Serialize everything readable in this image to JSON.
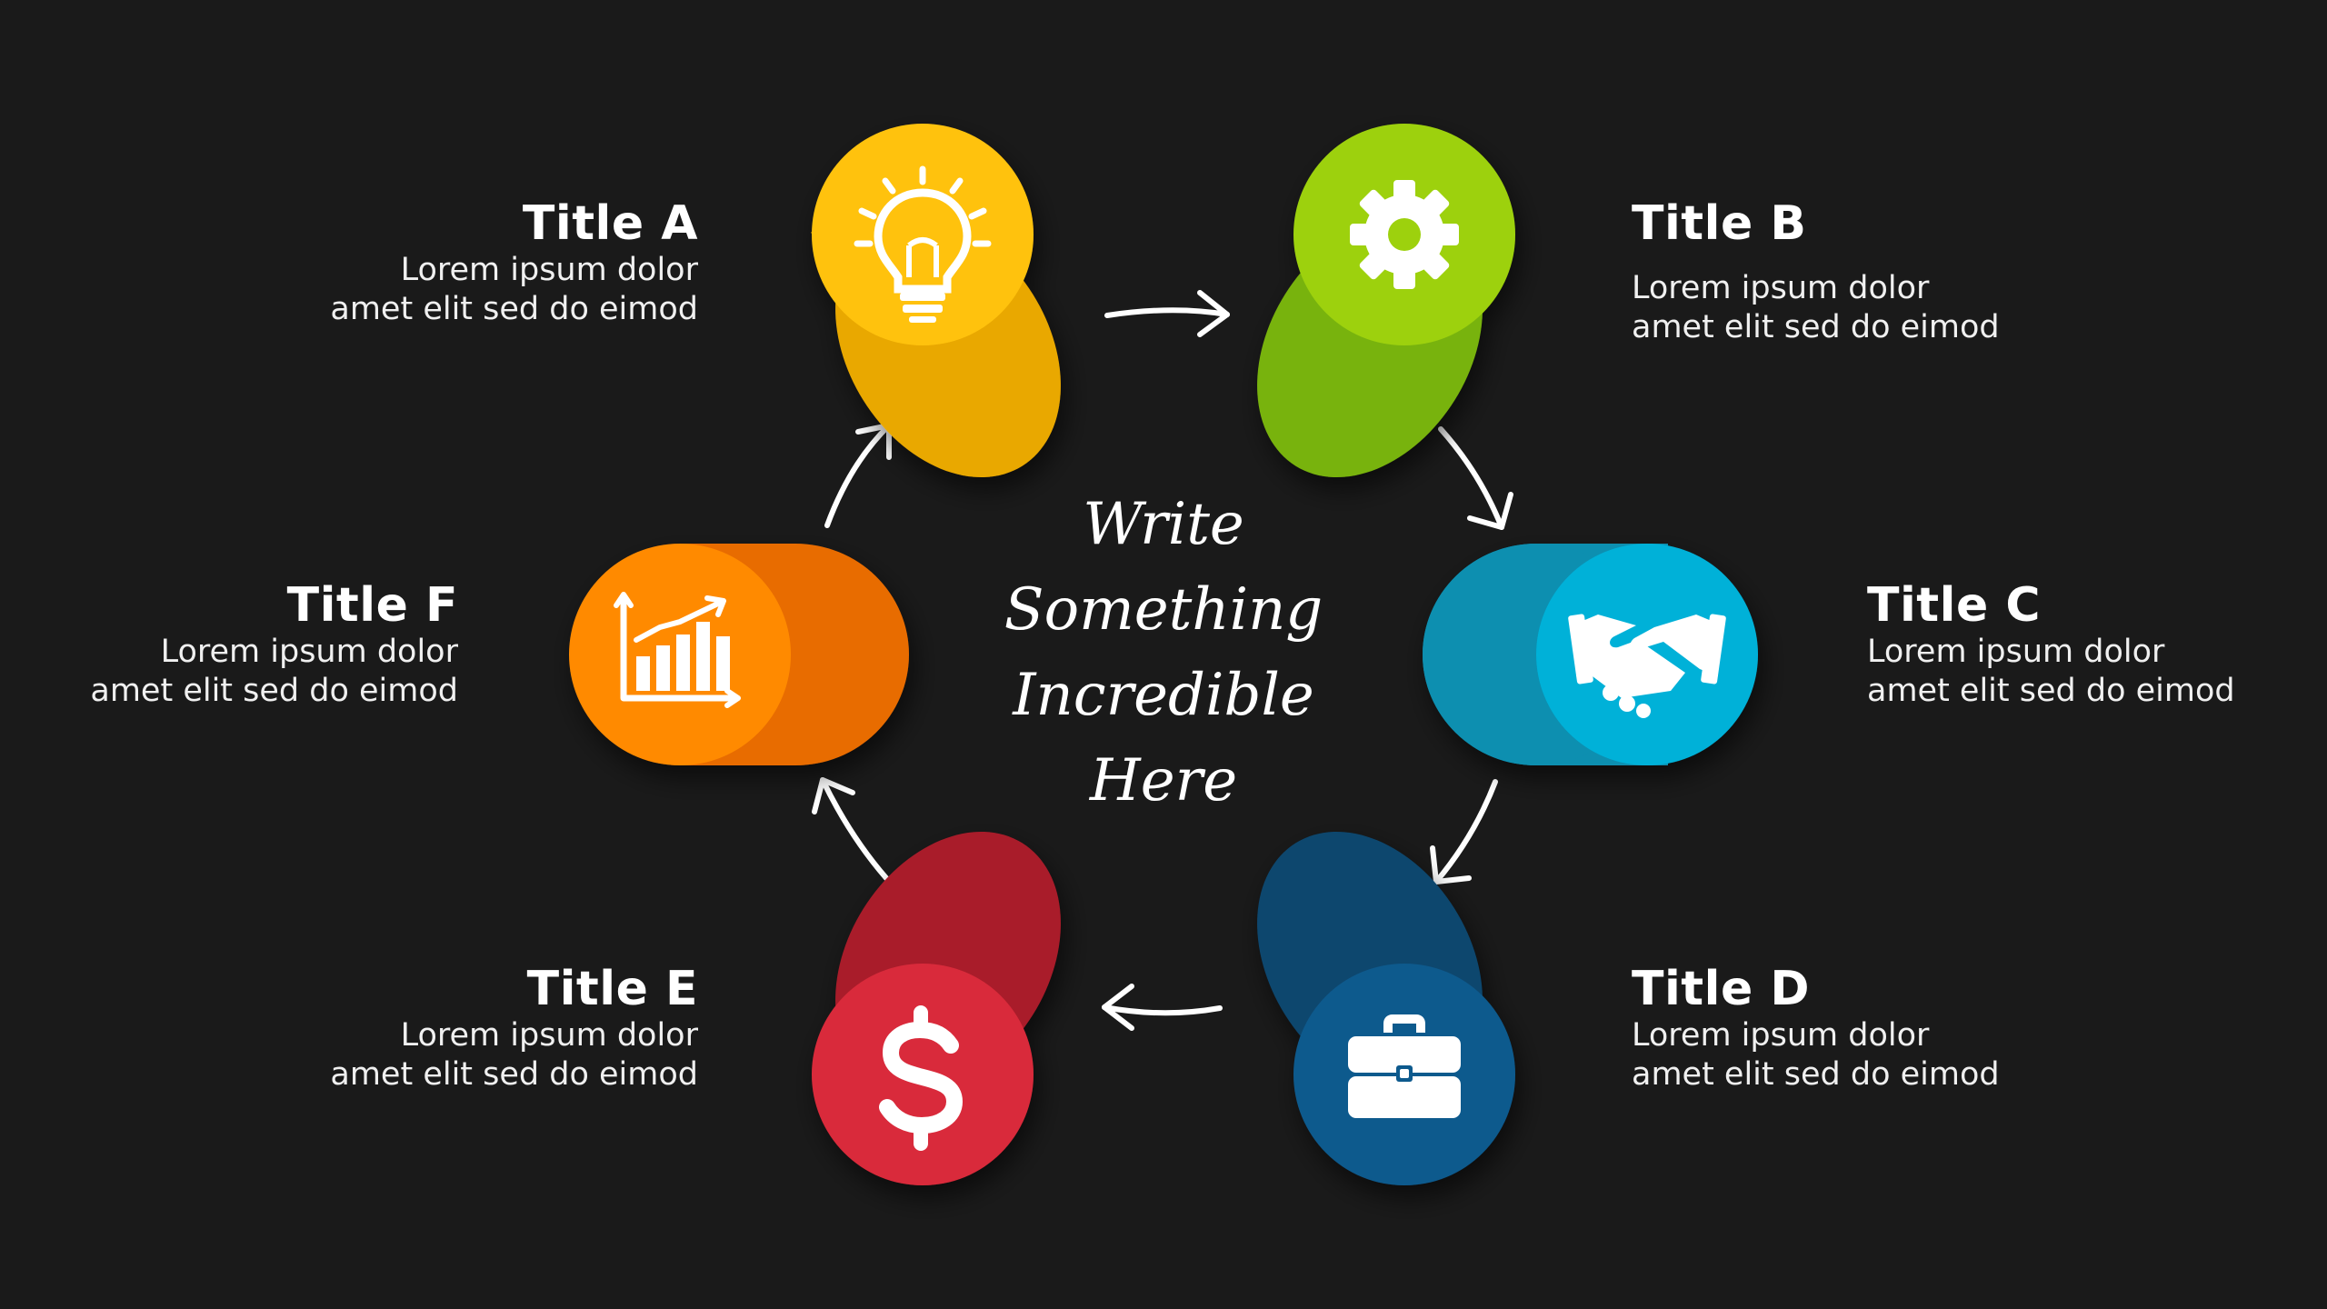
{
  "center_text": [
    "Write",
    "Something",
    "Incredible",
    "Here"
  ],
  "steps": [
    {
      "id": "a",
      "title": "Title A",
      "body": [
        "Lorem ipsum dolor",
        "amet elit sed do eimod"
      ],
      "icon": "lightbulb-icon",
      "color": "#FFC20E",
      "shade": "#E9A800"
    },
    {
      "id": "b",
      "title": "Title B",
      "body": [
        "Lorem ipsum dolor",
        "amet elit sed do eimod"
      ],
      "icon": "gear-icon",
      "color": "#9DD10F",
      "shade": "#78B30E"
    },
    {
      "id": "c",
      "title": "Title C",
      "body": [
        "Lorem ipsum dolor",
        "amet elit sed do eimod"
      ],
      "icon": "handshake-icon",
      "color": "#00B1D8",
      "shade": "#0A8FB0"
    },
    {
      "id": "d",
      "title": "Title D",
      "body": [
        "Lorem ipsum dolor",
        "amet elit sed do eimod"
      ],
      "icon": "briefcase-icon",
      "color": "#0F5A8D",
      "shade": "#0C466E"
    },
    {
      "id": "e",
      "title": "Title E",
      "body": [
        "Lorem ipsum dolor",
        "amet elit sed do eimod"
      ],
      "icon": "dollar-icon",
      "color": "#D92B3A",
      "shade": "#A91D2B"
    },
    {
      "id": "f",
      "title": "Title F",
      "body": [
        "Lorem ipsum dolor",
        "amet elit sed do eimod"
      ],
      "icon": "chart-icon",
      "color": "#FF8A00",
      "shade": "#E86C00"
    }
  ]
}
